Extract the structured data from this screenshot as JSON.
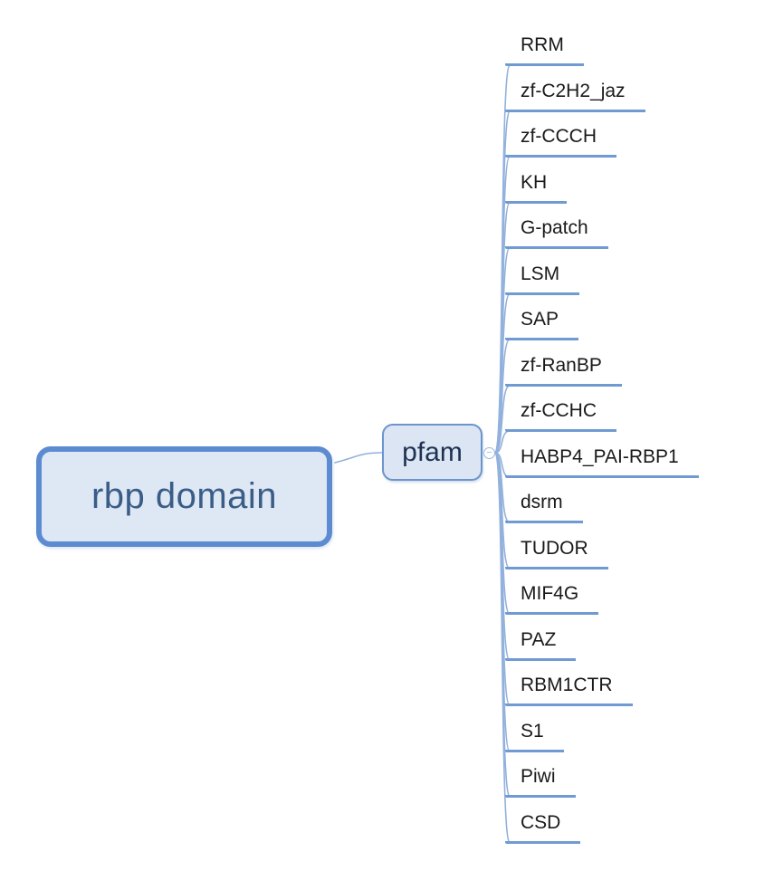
{
  "root_node": {
    "label": "rbp domain"
  },
  "branch_node": {
    "label": "pfam"
  },
  "collapse_control": {
    "symbol": "−",
    "state": "expanded"
  },
  "children": [
    "RRM",
    "zf-C2H2_jaz",
    "zf-CCCH",
    "KH",
    "G-patch",
    "LSM",
    "SAP",
    "zf-RanBP",
    "zf-CCHC",
    "HABP4_PAI-RBP1",
    "dsrm",
    "TUDOR",
    "MIF4G",
    "PAZ",
    "RBM1CTR",
    "S1",
    "Piwi",
    "CSD"
  ],
  "colors": {
    "background": "#ffffff",
    "root_border": "#5c8bd1",
    "root_fill": "#dee7f4",
    "root_text": "#3a5d87",
    "branch_border": "#6a94cb",
    "branch_fill": "#dbe5f3",
    "branch_text": "#1d3251",
    "leaf_text": "#1a1a1a",
    "leaf_underline": "#6f9bd2",
    "connector": "#92b1dc",
    "toggle_border": "#9ab7dd"
  }
}
